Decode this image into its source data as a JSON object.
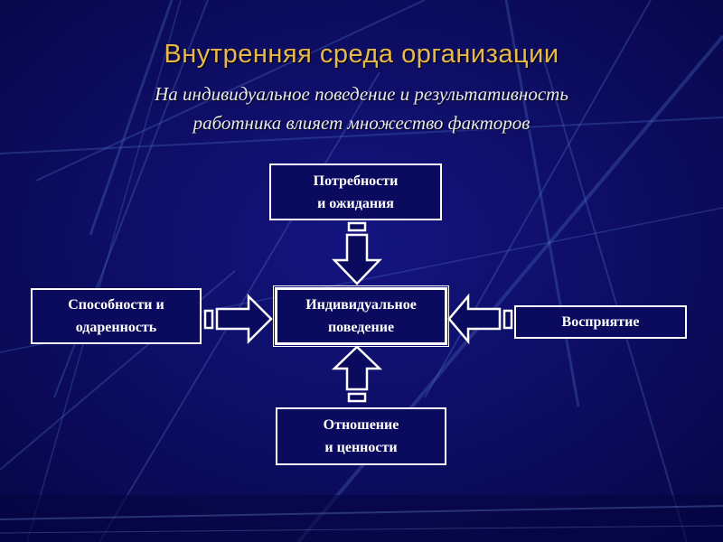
{
  "slide": {
    "title": "Внутренняя среда организации",
    "subtitle_line1": "На индивидуальное поведение и результативность",
    "subtitle_line2": "работника влияет множество факторов"
  },
  "diagram": {
    "center": {
      "line1": "Индивидуальное",
      "line2": "поведение"
    },
    "top": {
      "line1": "Потребности",
      "line2": "и ожидания"
    },
    "left": {
      "line1": "Способности и",
      "line2": "одаренность"
    },
    "right": {
      "line1": "Восприятие"
    },
    "bottom": {
      "line1": "Отношение",
      "line2": "и ценности"
    }
  },
  "colors": {
    "background": "#0a0a5e",
    "title": "#e8b84a",
    "text": "#ffffff",
    "streaks": "#3a5ab0"
  }
}
